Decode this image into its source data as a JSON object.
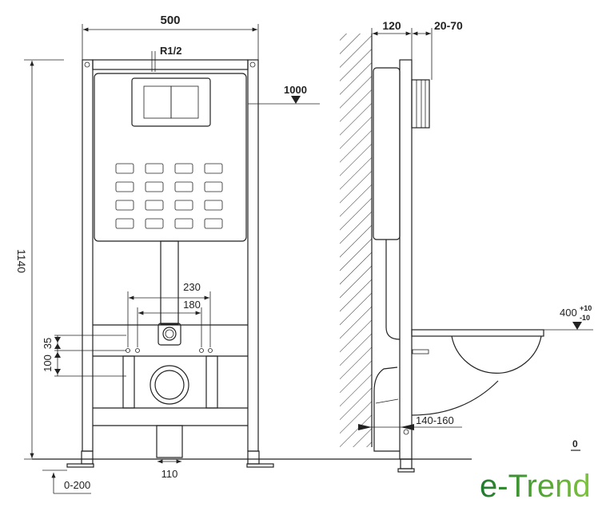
{
  "front_view": {
    "width_dim": "500",
    "height_dim": "1140",
    "inlet_label": "R1/2",
    "button_height_dim": "1000",
    "stud_outer_dim": "230",
    "stud_inner_dim": "180",
    "dim_35": "35",
    "dim_100": "100",
    "drain_dim": "110",
    "leg_adjust_dim": "0-200"
  },
  "side_view": {
    "depth_dim": "120",
    "wall_gap_dim": "20-70",
    "seat_height_dim": "400",
    "seat_tol_plus": "+10",
    "seat_tol_minus": "-10",
    "drain_offset_dim": "140-160",
    "floor_level": "0"
  },
  "logo": {
    "text": "e-Trend",
    "color_dark": "#1f7a2e",
    "color_light": "#7cc43a"
  }
}
